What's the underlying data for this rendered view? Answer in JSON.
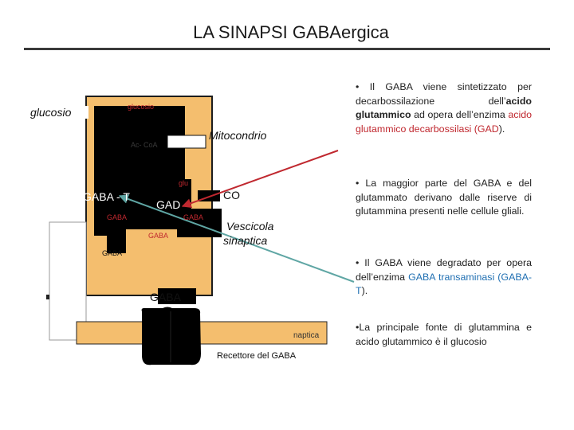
{
  "title": "LA SINAPSI GABAergica",
  "colors": {
    "terminal_fill": "#f4be6e",
    "terminal_border": "#1c1c1c",
    "black": "#000000",
    "arrow_red": "#c0282f",
    "arrow_teal": "#5fa6a4",
    "gad_red": "#c0282f",
    "gaba_t_blue": "#1f6fb2"
  },
  "diagram": {
    "glucose_outside": "glucosio",
    "glucose_inside": "glucosio",
    "acetyl_coa": "Ac- CoA",
    "mitochondrion": "Mitocondrio",
    "glu": "glu",
    "gaba_t": "GABA - T",
    "gad": "GAD",
    "co2": "CO",
    "gaba_left": "GABA",
    "gaba_vesicle_top": "GABA",
    "gaba_vesicle_inner": "GABA",
    "gaba_released": "GABA",
    "gaba_cleft": "GABA",
    "vesicle_label_1": "Vescicola",
    "vesicle_label_2": "sinaptica",
    "postsynaptic_label": "naptica",
    "receptor_label": "Recettore del GABA"
  },
  "bullets": [
    {
      "segments": [
        {
          "text": "• Il GABA viene sintetizzato per decarbossilazione dell’",
          "style": "plain"
        },
        {
          "text": "acido glutammico",
          "style": "bold"
        },
        {
          "text": " ad opera dell’enzima ",
          "style": "plain"
        },
        {
          "text": "acido glutammico decarbossilasi (GAD",
          "style": "red"
        },
        {
          "text": ").",
          "style": "plain"
        }
      ]
    },
    {
      "segments": [
        {
          "text": "• La maggior parte del GABA e del glutammato derivano dalle riserve di glutammina presenti nelle cellule gliali.",
          "style": "plain"
        }
      ]
    },
    {
      "segments": [
        {
          "text": "• Il GABA viene degradato per opera dell’enzima ",
          "style": "plain"
        },
        {
          "text": "GABA transaminasi (GABA-T",
          "style": "blue"
        },
        {
          "text": ").",
          "style": "plain"
        }
      ]
    },
    {
      "segments": [
        {
          "text": "•La principale fonte di glutammina e acido glutammico è il glucosio",
          "style": "plain"
        }
      ]
    }
  ]
}
